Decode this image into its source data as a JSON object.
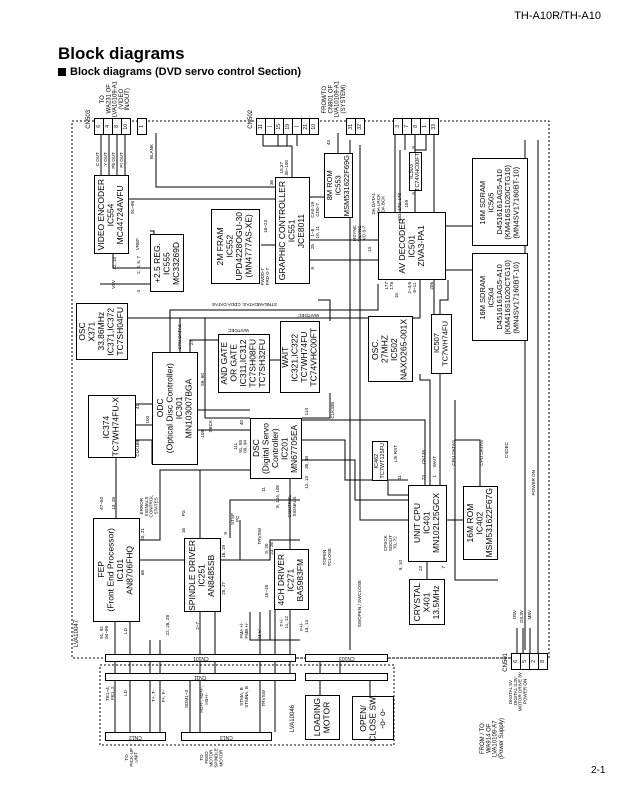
{
  "header": {
    "model": "TH-A10R/TH-A10"
  },
  "title": "Block diagrams",
  "subtitle": "Block diagrams (DVD servo control Section)",
  "page_number": "2-1",
  "blocks": [
    {
      "id": "video-encoder",
      "lines": [
        "VIDEO ENCODER",
        "IC554",
        "MC44724AVFU"
      ]
    },
    {
      "id": "reg",
      "lines": [
        "+2.5 REG.",
        "IC555",
        "MC33269D"
      ]
    },
    {
      "id": "fram",
      "lines": [
        "2M FRAM",
        "IC552",
        "UPD4228OGU-30",
        "(MN4777AS-XE)"
      ]
    },
    {
      "id": "graphic-controller",
      "lines": [
        "GRAPHIC CONTROLLER",
        "IC551",
        "JCE8011"
      ]
    },
    {
      "id": "rom-8m",
      "lines": [
        "8M ROM",
        "IC553",
        "MSM531622F69G"
      ]
    },
    {
      "id": "ic503",
      "lines": [
        "IC503",
        "TC74VHC00FT"
      ]
    },
    {
      "id": "av-decoder",
      "lines": [
        "AV DECODER",
        "IC501",
        "ZIVA3-PA1"
      ]
    },
    {
      "id": "sdram-505",
      "lines": [
        "16M SDRAM",
        "IC505",
        "D4516161AG5-A10",
        "(KM416S1020CTG10)",
        "(MN4SV17160BT-10)"
      ]
    },
    {
      "id": "sdram-504",
      "lines": [
        "16M SDRAM",
        "IC504",
        "D4516161AG5-A10",
        "(KM416S1020CTG10)",
        "(MN4SV17160BT-10)"
      ]
    },
    {
      "id": "osc-502",
      "lines": [
        "OSC.",
        "27MHZ",
        "IC502",
        "NAXO265-001X"
      ]
    },
    {
      "id": "ic507",
      "lines": [
        "IC507",
        "TC7WH74FU"
      ]
    },
    {
      "id": "osc-371",
      "lines": [
        "OSC",
        "X371",
        "33.86MHz",
        "IC371,IC372",
        "TC7SH04FU"
      ]
    },
    {
      "id": "and-gate",
      "lines": [
        "AND GATE",
        "OR GATE",
        "IC311,IC312",
        "TC7SH08FU",
        "TC7SH32FU"
      ]
    },
    {
      "id": "wait",
      "lines": [
        "WAIT",
        "IC321,IC322",
        "TC7WH74FU",
        "TC74VHC00FT"
      ]
    },
    {
      "id": "odc",
      "lines": [
        "ODC",
        "(Optical Disc Controller)",
        "IC301",
        "MN103007BGA"
      ]
    },
    {
      "id": "ic374",
      "lines": [
        "IC374",
        "TC7WH74FU-X"
      ]
    },
    {
      "id": "dsc",
      "lines": [
        "DSC",
        "(Digital Servo",
        "Controller)",
        "IC201",
        "MN67705EA"
      ]
    },
    {
      "id": "ic462",
      "lines": [
        "IC462",
        "TC7WT125FU"
      ]
    },
    {
      "id": "unit-cpu",
      "lines": [
        "UNIT CPU",
        "IC401",
        "MN102L25GCX"
      ]
    },
    {
      "id": "rom-16m",
      "lines": [
        "16M ROM",
        "IC402",
        "MSM531622F67G"
      ]
    },
    {
      "id": "crystal",
      "lines": [
        "CRYSTAL",
        "X401",
        "13.5MHz"
      ]
    },
    {
      "id": "fep",
      "lines": [
        "FEP",
        "(Front End Processor)",
        "IC101",
        "AN8706FHQ"
      ]
    },
    {
      "id": "spindle-driver",
      "lines": [
        "SPINDLE DRIVER",
        "IC251",
        "AN8485SB"
      ]
    },
    {
      "id": "4ch-driver",
      "lines": [
        "4CH DRIVER",
        "IC271",
        "BA5983FM"
      ]
    },
    {
      "id": "loading-motor",
      "lines": [
        "LOADING",
        "MOTOR"
      ]
    },
    {
      "id": "open-close-sw",
      "lines": [
        "OPEN/",
        "CLOSE SW.",
        "-o- o-"
      ]
    }
  ],
  "bars": {
    "cn101": "CN101",
    "cn103": "CN103",
    "cn11": "CN11",
    "cn11b": "",
    "cn12": "CN12",
    "cn13": "CN13"
  },
  "connectors": {
    "cn503": {
      "name": "CN503",
      "pins": [
        "6",
        "4",
        "8",
        "10"
      ],
      "extra": "1"
    },
    "cn502": {
      "name": "CN502",
      "pins": [
        "11",
        "|",
        "15",
        "19",
        "|",
        "21"
      ],
      "extra": "10"
    },
    "sys1": {
      "pins": [
        "31",
        "32"
      ]
    },
    "sys2": {
      "pins": [
        "3",
        "7",
        "8",
        "1",
        "33"
      ]
    },
    "cn501": {
      "name": "CN501",
      "pins": [
        "6",
        "5",
        "2",
        "8"
      ]
    }
  },
  "labels": [
    {
      "id": "to-video",
      "text": "TO\nWA231 OF\nLVA10109-A1\n(VIDEO\nIN/OUT)"
    },
    {
      "id": "to-system",
      "text": "FROM/TO\nCN801 OF\nLVA10109-A1\n(SYSTEM)"
    },
    {
      "id": "cout",
      "text": "C OUT"
    },
    {
      "id": "yout",
      "text": "Y OUT"
    },
    {
      "id": "pbout",
      "text": "Pb OUT"
    },
    {
      "id": "prout",
      "text": "Pr OUT"
    },
    {
      "id": "blank",
      "text": "BLANK"
    },
    {
      "id": "vref",
      "text": "VREF"
    },
    {
      "id": "v5v",
      "text": "V5V"
    },
    {
      "id": "p2387",
      "text": "2, 3, 6, 7"
    },
    {
      "id": "p1214",
      "text": "12, 14"
    },
    {
      "id": "p4",
      "text": "4"
    },
    {
      "id": "p9198",
      "text": "91~98"
    },
    {
      "id": "p36",
      "text": "36"
    },
    {
      "id": "p1523",
      "text": "16~23"
    },
    {
      "id": "p1537",
      "text": "15,37\n35~100"
    },
    {
      "id": "fwd",
      "text": "FWD0-7\nFRD 0-7"
    },
    {
      "id": "ca",
      "text": "CA0-19\nCD0-7"
    },
    {
      "id": "p18",
      "text": "1~8\n10, 11"
    },
    {
      "id": "p25",
      "text": "25"
    },
    {
      "id": "p9",
      "text": "9"
    },
    {
      "id": "p43",
      "text": "43"
    },
    {
      "id": "hsync",
      "text": "HSYNC\nVSYNC\nVD 0-7"
    },
    {
      "id": "p13",
      "text": "13"
    },
    {
      "id": "dadata",
      "text": "DA DATA1\nDA LRCK\nDA BCK"
    },
    {
      "id": "p163",
      "text": "163, 172, 173"
    },
    {
      "id": "p159",
      "text": "159"
    },
    {
      "id": "p5",
      "text": "5"
    },
    {
      "id": "p8",
      "text": "8"
    },
    {
      "id": "p177",
      "text": "177\n178"
    },
    {
      "id": "p15",
      "text": "15"
    },
    {
      "id": "p246",
      "text": "2~4,6\n8~11"
    },
    {
      "id": "p206",
      "text": "206"
    },
    {
      "id": "stream",
      "text": "STREAMDATAS, CDDA DATAS"
    },
    {
      "id": "waitdec1",
      "text": "WAITDEC"
    },
    {
      "id": "waitdec2",
      "text": "WAITDEC"
    },
    {
      "id": "cpudatas1",
      "text": "CPU DATAS"
    },
    {
      "id": "p27",
      "text": "27"
    },
    {
      "id": "p5960",
      "text": "59, 60"
    },
    {
      "id": "clk169",
      "text": "CLK169"
    },
    {
      "id": "p100",
      "text": "100"
    },
    {
      "id": "p41",
      "text": "41"
    },
    {
      "id": "sbck",
      "text": "SBCK"
    },
    {
      "id": "p108",
      "text": "108"
    },
    {
      "id": "p40",
      "text": "40"
    },
    {
      "id": "p111",
      "text": "111\n91, 93\n89, 94"
    },
    {
      "id": "clk338",
      "text": "CLK338"
    },
    {
      "id": "p114",
      "text": "114"
    },
    {
      "id": "p3538",
      "text": "35, 38"
    },
    {
      "id": "p1213",
      "text": "12, 13"
    },
    {
      "id": "lsirst",
      "text": "LSI RST"
    },
    {
      "id": "ck135",
      "text": "CK135"
    },
    {
      "id": "wait-sig",
      "text": "WAIT"
    },
    {
      "id": "cpudatas2",
      "text": "CPU DATAS"
    },
    {
      "id": "cpudatas3",
      "text": "CPU DATAS"
    },
    {
      "id": "csdec",
      "text": "CSDEC"
    },
    {
      "id": "poweron",
      "text": "POWER ON"
    },
    {
      "id": "p11",
      "text": "11"
    },
    {
      "id": "p23",
      "text": "23"
    },
    {
      "id": "p1",
      "text": "1"
    },
    {
      "id": "cpsck",
      "text": "CPSCK\nSDOUT\n70, 72"
    },
    {
      "id": "p910",
      "text": "9, 10"
    },
    {
      "id": "p23b",
      "text": "23"
    },
    {
      "id": "p7",
      "text": "7"
    },
    {
      "id": "topen",
      "text": "TOPEN\nTCLOSE"
    },
    {
      "id": "swopen",
      "text": "SWOPEN / SWCLOSE"
    },
    {
      "id": "p4750",
      "text": "47~50"
    },
    {
      "id": "p1328",
      "text": "13, 28"
    },
    {
      "id": "errsig",
      "text": "ERROR\nSIGNALS\nCONTROL\nSTATES"
    },
    {
      "id": "fg",
      "text": "FG"
    },
    {
      "id": "stsp",
      "text": "STSP\nPC"
    },
    {
      "id": "ctrlsig",
      "text": "CONTROL\nSIGNALS"
    },
    {
      "id": "p9104",
      "text": "9, 104, 105"
    },
    {
      "id": "p11b",
      "text": "11"
    },
    {
      "id": "p2021",
      "text": "20, 21"
    },
    {
      "id": "p68",
      "text": "68"
    },
    {
      "id": "p16",
      "text": "16"
    },
    {
      "id": "p9b",
      "text": "9"
    },
    {
      "id": "p1819",
      "text": "18, 19"
    },
    {
      "id": "p2527",
      "text": "25, 27"
    },
    {
      "id": "trvsw",
      "text": "TRVSW"
    },
    {
      "id": "p920",
      "text": "9, 20\n23, 26"
    },
    {
      "id": "p1518",
      "text": "15~18"
    },
    {
      "id": "p9192",
      "text": "91, 92\n94~96"
    },
    {
      "id": "ld",
      "text": "LD"
    },
    {
      "id": "p2228",
      "text": "22, 28, 28"
    },
    {
      "id": "p27b",
      "text": "2~7"
    },
    {
      "id": "fma",
      "text": "FMA +/-\nFMB +/-"
    },
    {
      "id": "mpm",
      "text": "M +/-"
    },
    {
      "id": "tpm",
      "text": "T+/-\n11, 12"
    },
    {
      "id": "fpm",
      "text": "F+/-\n13, 14"
    },
    {
      "id": "lva10047",
      "text": "LVA10047"
    },
    {
      "id": "lva10046",
      "text": "LVA10046"
    },
    {
      "id": "te",
      "text": "TE1~4,\nFE1, 2"
    },
    {
      "id": "ld2",
      "text": "LD"
    },
    {
      "id": "tt",
      "text": "T+, T-"
    },
    {
      "id": "ff",
      "text": "F+, F-"
    },
    {
      "id": "sdm",
      "text": "SDM1~3"
    },
    {
      "id": "h1",
      "text": "H1+/-, H2+/-,\nH3+/-"
    },
    {
      "id": "stma",
      "text": "STMA, B\nSTMNA, B"
    },
    {
      "id": "trvsw2",
      "text": "TRVSW"
    },
    {
      "id": "to-pickup",
      "text": "TO\nPICK-UP\nUNIT"
    },
    {
      "id": "to-feed",
      "text": "TO\nFEED\nMOTOR\nSPINDLE\nMOTOR"
    },
    {
      "id": "d5v",
      "text": "D5V"
    },
    {
      "id": "d33v",
      "text": "D3.3V"
    },
    {
      "id": "m8v",
      "text": "M8V"
    },
    {
      "id": "pwr-names",
      "text": "DIGITAL 5V\nDIGITAL 3.3V\nMOTOR DRIVE 8V\nPOWER ON"
    },
    {
      "id": "to-power",
      "text": "FROM / TO\nWA914 OF\nLVA10109-A7\n(Power Supply)"
    }
  ]
}
